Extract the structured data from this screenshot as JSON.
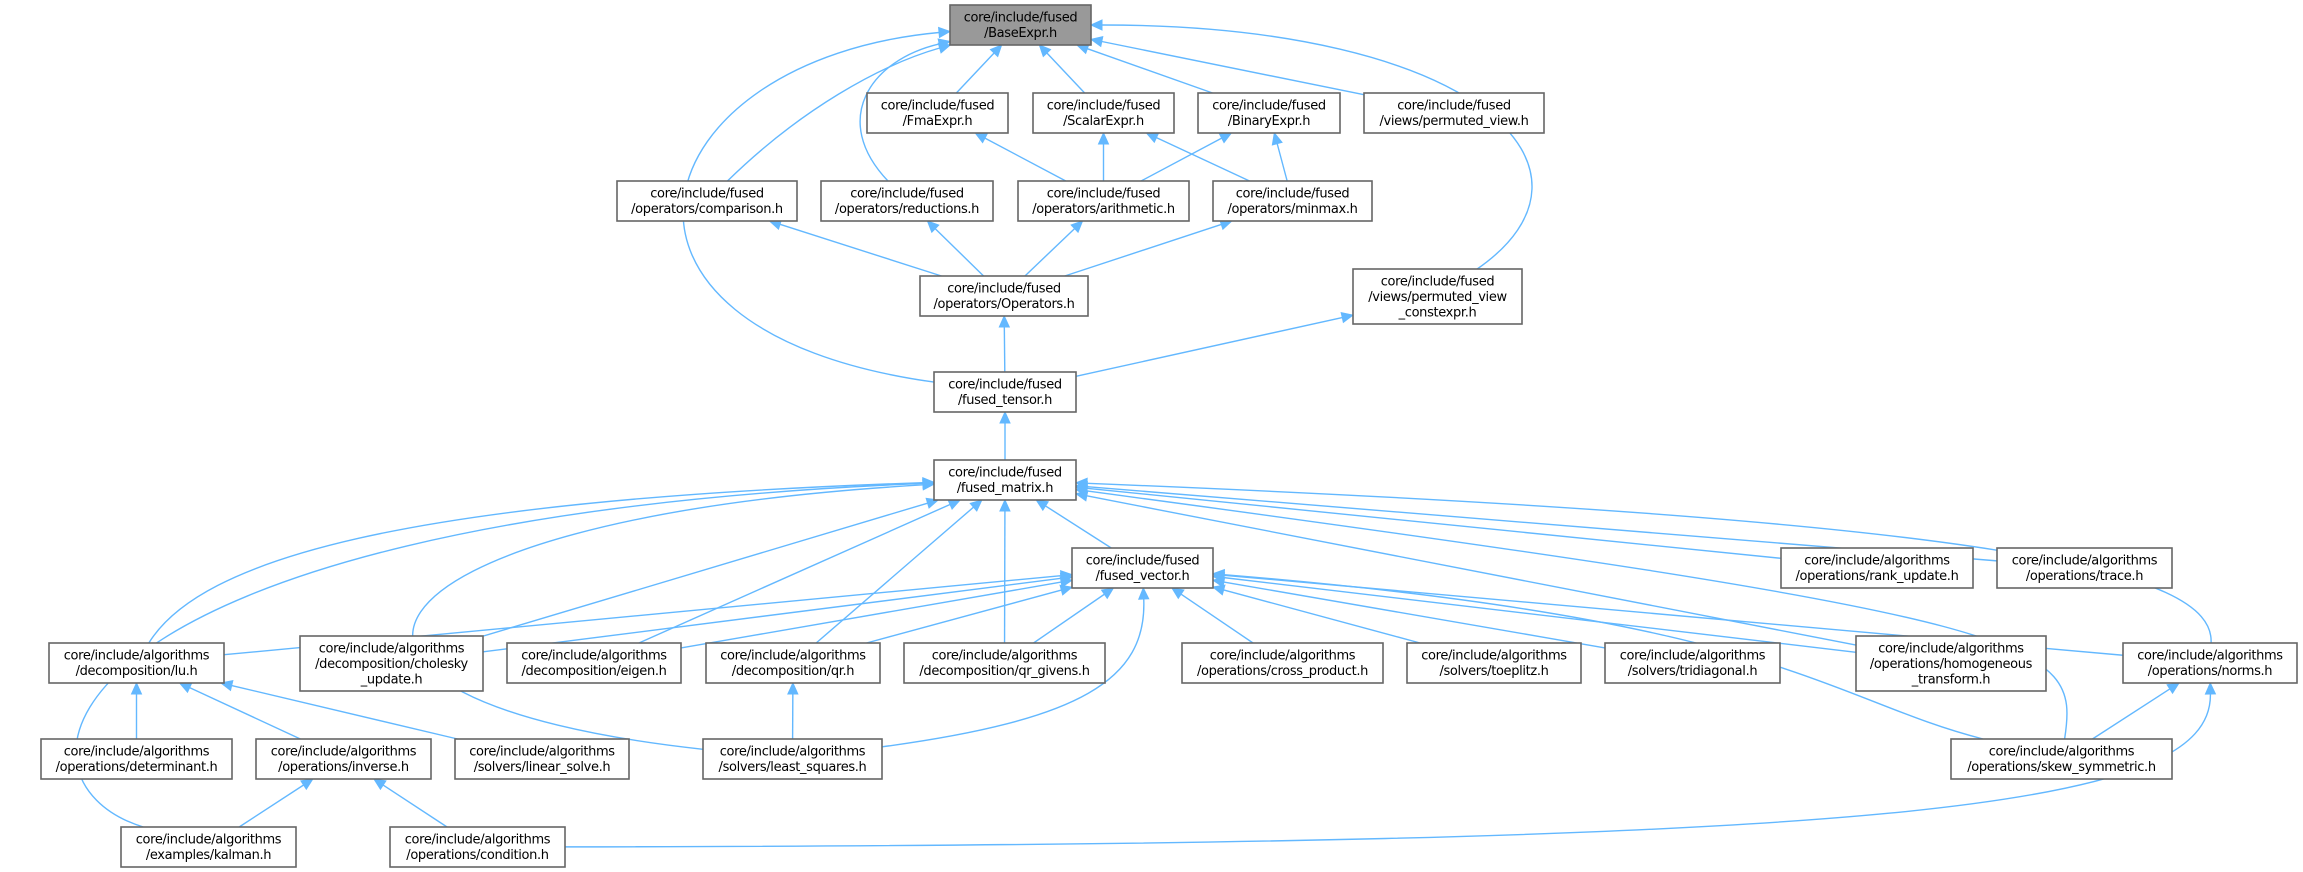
{
  "colors": {
    "edge": "#63b8ff",
    "node_border": "#666666",
    "root_fill": "#999999",
    "node_fill": "#ffffff"
  },
  "graph": {
    "root": "base",
    "nodes": [
      {
        "id": "base",
        "lines": [
          "core/include/fused",
          "/BaseExpr.h"
        ]
      },
      {
        "id": "fma",
        "lines": [
          "core/include/fused",
          "/FmaExpr.h"
        ]
      },
      {
        "id": "scalar",
        "lines": [
          "core/include/fused",
          "/ScalarExpr.h"
        ]
      },
      {
        "id": "binary",
        "lines": [
          "core/include/fused",
          "/BinaryExpr.h"
        ]
      },
      {
        "id": "pview",
        "lines": [
          "core/include/fused",
          "/views/permuted_view.h"
        ]
      },
      {
        "id": "comparison",
        "lines": [
          "core/include/fused",
          "/operators/comparison.h"
        ]
      },
      {
        "id": "reductions",
        "lines": [
          "core/include/fused",
          "/operators/reductions.h"
        ]
      },
      {
        "id": "arithmetic",
        "lines": [
          "core/include/fused",
          "/operators/arithmetic.h"
        ]
      },
      {
        "id": "minmax",
        "lines": [
          "core/include/fused",
          "/operators/minmax.h"
        ]
      },
      {
        "id": "operators",
        "lines": [
          "core/include/fused",
          "/operators/Operators.h"
        ]
      },
      {
        "id": "pconst",
        "lines": [
          "core/include/fused",
          "/views/permuted_view",
          "_constexpr.h"
        ]
      },
      {
        "id": "tensor",
        "lines": [
          "core/include/fused",
          "/fused_tensor.h"
        ]
      },
      {
        "id": "matrix",
        "lines": [
          "core/include/fused",
          "/fused_matrix.h"
        ]
      },
      {
        "id": "vector",
        "lines": [
          "core/include/fused",
          "/fused_vector.h"
        ]
      },
      {
        "id": "rank",
        "lines": [
          "core/include/algorithms",
          "/operations/rank_update.h"
        ]
      },
      {
        "id": "trace",
        "lines": [
          "core/include/algorithms",
          "/operations/trace.h"
        ]
      },
      {
        "id": "lu",
        "lines": [
          "core/include/algorithms",
          "/decomposition/lu.h"
        ]
      },
      {
        "id": "cholesky",
        "lines": [
          "core/include/algorithms",
          "/decomposition/cholesky",
          "_update.h"
        ]
      },
      {
        "id": "eigen",
        "lines": [
          "core/include/algorithms",
          "/decomposition/eigen.h"
        ]
      },
      {
        "id": "qr",
        "lines": [
          "core/include/algorithms",
          "/decomposition/qr.h"
        ]
      },
      {
        "id": "qrg",
        "lines": [
          "core/include/algorithms",
          "/decomposition/qr_givens.h"
        ]
      },
      {
        "id": "cross",
        "lines": [
          "core/include/algorithms",
          "/operations/cross_product.h"
        ]
      },
      {
        "id": "toeplitz",
        "lines": [
          "core/include/algorithms",
          "/solvers/toeplitz.h"
        ]
      },
      {
        "id": "tridiag",
        "lines": [
          "core/include/algorithms",
          "/solvers/tridiagonal.h"
        ]
      },
      {
        "id": "homog",
        "lines": [
          "core/include/algorithms",
          "/operations/homogeneous",
          "_transform.h"
        ]
      },
      {
        "id": "norms",
        "lines": [
          "core/include/algorithms",
          "/operations/norms.h"
        ]
      },
      {
        "id": "determinant",
        "lines": [
          "core/include/algorithms",
          "/operations/determinant.h"
        ]
      },
      {
        "id": "inverse",
        "lines": [
          "core/include/algorithms",
          "/operations/inverse.h"
        ]
      },
      {
        "id": "linsolve",
        "lines": [
          "core/include/algorithms",
          "/solvers/linear_solve.h"
        ]
      },
      {
        "id": "lsq",
        "lines": [
          "core/include/algorithms",
          "/solvers/least_squares.h"
        ]
      },
      {
        "id": "skew",
        "lines": [
          "core/include/algorithms",
          "/operations/skew_symmetric.h"
        ]
      },
      {
        "id": "kalman",
        "lines": [
          "core/include/algorithms",
          "/examples/kalman.h"
        ]
      },
      {
        "id": "condition",
        "lines": [
          "core/include/algorithms",
          "/operations/condition.h"
        ]
      }
    ],
    "edges": [
      [
        "fma",
        "base"
      ],
      [
        "scalar",
        "base"
      ],
      [
        "binary",
        "base"
      ],
      [
        "pview",
        "base"
      ],
      [
        "comparison",
        "base"
      ],
      [
        "reductions",
        "base"
      ],
      [
        "tensor",
        "base"
      ],
      [
        "pconst",
        "base"
      ],
      [
        "arithmetic",
        "fma"
      ],
      [
        "arithmetic",
        "scalar"
      ],
      [
        "minmax",
        "scalar"
      ],
      [
        "arithmetic",
        "binary"
      ],
      [
        "minmax",
        "binary"
      ],
      [
        "operators",
        "comparison"
      ],
      [
        "operators",
        "reductions"
      ],
      [
        "operators",
        "arithmetic"
      ],
      [
        "operators",
        "minmax"
      ],
      [
        "tensor",
        "operators"
      ],
      [
        "tensor",
        "pconst"
      ],
      [
        "matrix",
        "tensor"
      ],
      [
        "vector",
        "matrix"
      ],
      [
        "lu",
        "matrix"
      ],
      [
        "cholesky",
        "matrix"
      ],
      [
        "eigen",
        "matrix"
      ],
      [
        "qr",
        "matrix"
      ],
      [
        "qrg",
        "matrix"
      ],
      [
        "lsq",
        "matrix"
      ],
      [
        "kalman",
        "matrix"
      ],
      [
        "rank",
        "matrix"
      ],
      [
        "trace",
        "matrix"
      ],
      [
        "homog",
        "matrix"
      ],
      [
        "norms",
        "matrix"
      ],
      [
        "skew",
        "matrix"
      ],
      [
        "lu",
        "vector"
      ],
      [
        "cholesky",
        "vector"
      ],
      [
        "eigen",
        "vector"
      ],
      [
        "qr",
        "vector"
      ],
      [
        "qrg",
        "vector"
      ],
      [
        "cross",
        "vector"
      ],
      [
        "toeplitz",
        "vector"
      ],
      [
        "tridiag",
        "vector"
      ],
      [
        "homog",
        "vector"
      ],
      [
        "norms",
        "vector"
      ],
      [
        "skew",
        "vector"
      ],
      [
        "lsq",
        "vector"
      ],
      [
        "determinant",
        "lu"
      ],
      [
        "inverse",
        "lu"
      ],
      [
        "linsolve",
        "lu"
      ],
      [
        "lsq",
        "qr"
      ],
      [
        "kalman",
        "inverse"
      ],
      [
        "condition",
        "inverse"
      ],
      [
        "skew",
        "norms"
      ],
      [
        "condition",
        "norms"
      ]
    ]
  }
}
